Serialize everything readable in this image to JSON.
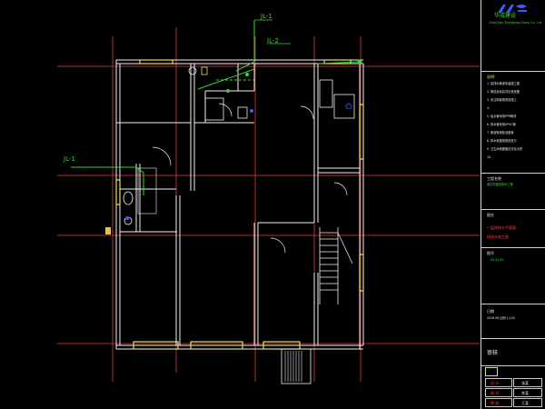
{
  "drawing": {
    "pipe_labels": [
      "JL-1",
      "JL-2",
      "JL-1"
    ],
    "colors": {
      "wall": "#f2f2f2",
      "axis": "#e03a3a",
      "window": "#e8e060",
      "pipe": "#37d637",
      "accent_blue": "#3a5cff",
      "background": "#000000"
    }
  },
  "title_block": {
    "company_cn": "华成建设",
    "company_en": "ChaoChao Zhongmao Group Co., Ltd",
    "notes_header": "说明:",
    "notes": [
      "1. 给排水管道安装施工图",
      "2. 管径及标高详见系统图",
      "3. 未注明者按规范施工",
      "4.",
      "5. 给水管采用PPR管材",
      "6. 排水管采用UPVC管",
      "7. 管道穿墙处设套管",
      "8. 排水坡度按规范执行",
      "9. 卫生间地漏做法详见大样",
      "10."
    ],
    "project_header": "工程名称",
    "project_value": "某住宅楼给排水工程",
    "drawing_header": "图名",
    "drawing_lines": [
      "一层给排水平面图",
      "给排水施工图"
    ],
    "number_header": "图号",
    "number_value": "SS-01 A0",
    "date_header": "日期",
    "date_value": "2016.06 比例 1:100",
    "stamp": "审核",
    "signoffs": [
      {
        "role": "设  计",
        "name": "张某"
      },
      {
        "role": "校  对",
        "name": "李某"
      },
      {
        "role": "审  核",
        "name": "王某"
      }
    ]
  }
}
